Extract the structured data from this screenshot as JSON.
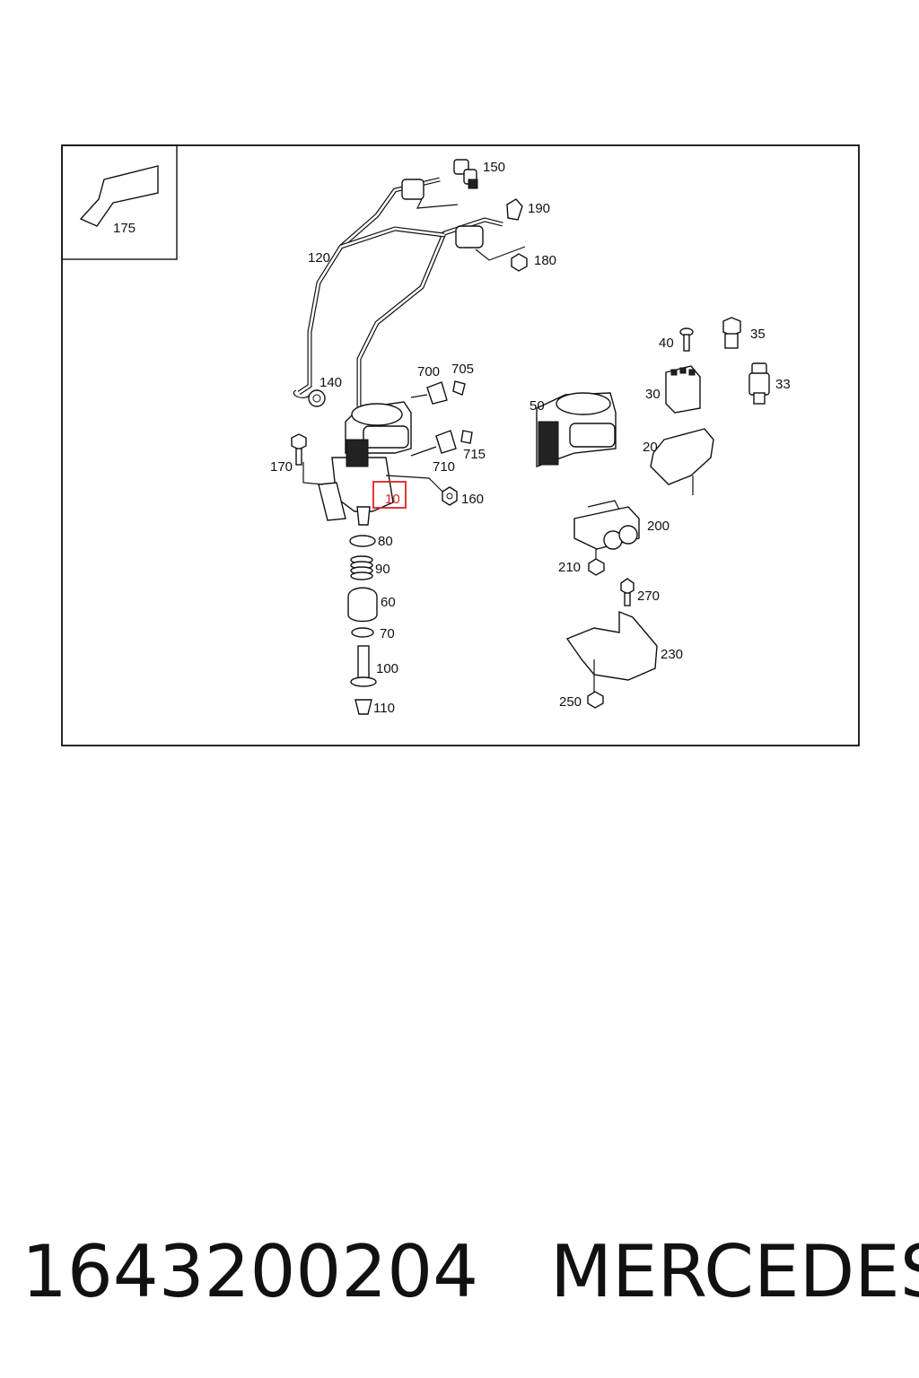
{
  "diagram": {
    "title": "",
    "highlight_color": "#dd2222",
    "inset": {
      "label": "175"
    },
    "callouts": [
      {
        "id": "c150",
        "label": "150"
      },
      {
        "id": "c190",
        "label": "190"
      },
      {
        "id": "c180",
        "label": "180"
      },
      {
        "id": "c120",
        "label": "120"
      },
      {
        "id": "c140",
        "label": "140"
      },
      {
        "id": "c700",
        "label": "700"
      },
      {
        "id": "c705",
        "label": "705"
      },
      {
        "id": "c710",
        "label": "710"
      },
      {
        "id": "c715",
        "label": "715"
      },
      {
        "id": "c170",
        "label": "170"
      },
      {
        "id": "c10",
        "label": "10",
        "highlighted": true
      },
      {
        "id": "c160",
        "label": "160"
      },
      {
        "id": "c80",
        "label": "80"
      },
      {
        "id": "c90",
        "label": "90"
      },
      {
        "id": "c60",
        "label": "60"
      },
      {
        "id": "c70",
        "label": "70"
      },
      {
        "id": "c100",
        "label": "100"
      },
      {
        "id": "c110",
        "label": "110"
      },
      {
        "id": "c40",
        "label": "40"
      },
      {
        "id": "c35",
        "label": "35"
      },
      {
        "id": "c30",
        "label": "30"
      },
      {
        "id": "c33",
        "label": "33"
      },
      {
        "id": "c50",
        "label": "50"
      },
      {
        "id": "c20",
        "label": "20"
      },
      {
        "id": "c200",
        "label": "200"
      },
      {
        "id": "c210",
        "label": "210"
      },
      {
        "id": "c270",
        "label": "270"
      },
      {
        "id": "c230",
        "label": "230"
      },
      {
        "id": "c250",
        "label": "250"
      }
    ]
  },
  "footer": {
    "part_number": "1643200204",
    "brand": "MERCEDES"
  }
}
